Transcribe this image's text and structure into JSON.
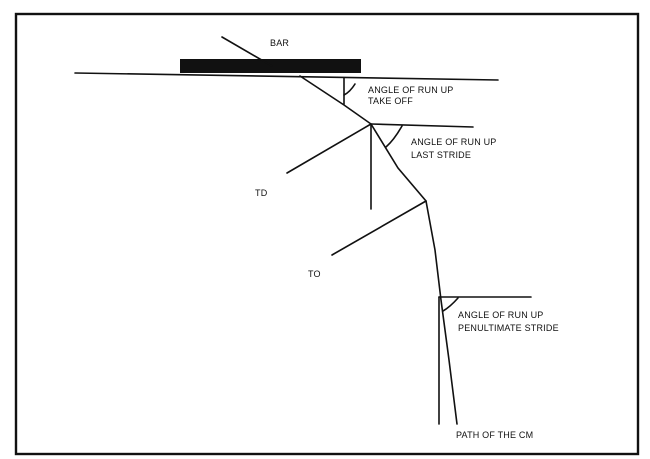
{
  "labels": {
    "bar": "BAR",
    "takeoff_line1": "ANGLE OF RUN UP",
    "takeoff_line2": "TAKE OFF",
    "last_line1": "ANGLE OF RUN UP",
    "last_line2": "LAST STRIDE",
    "td": "TD",
    "to": "TO",
    "pen_line1": "ANGLE OF RUN UP",
    "pen_line2": "PENULTIMATE STRIDE",
    "cm_path": "PATH OF THE CM"
  },
  "colors": {
    "ink": "#111111",
    "background": "#ffffff"
  }
}
